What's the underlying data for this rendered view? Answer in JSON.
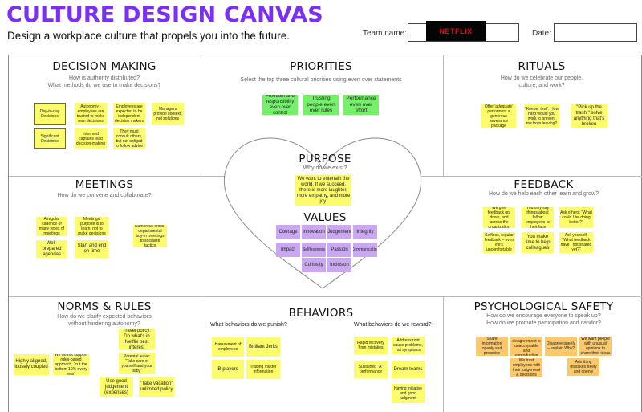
{
  "header": {
    "title": "CULTURE DESIGN CANVAS",
    "subtitle": "Design a workplace culture that propels you into the future.",
    "team_label": "Team name:",
    "team_value": "NETFLIX",
    "date_label": "Date:"
  },
  "colors": {
    "title": "#7a2ff2",
    "sticky_yellow": "#fbfb6b",
    "sticky_green": "#75f06a",
    "sticky_purple": "#c9a8ef",
    "sticky_orange": "#fbc96b",
    "netflix_red": "#e50914"
  },
  "decision_making": {
    "title": "DECISION-MAKING",
    "subtitle": "How is authority distributed?\nWhat methods do we use to make decisions?",
    "notes": [
      "Day-to-day Decisions",
      "Autonomy - employees are trusted to make own decisions",
      "Employees are expected to be independent decision makers",
      "Managers provide context, not solutions",
      "Significant Decisions",
      "Informed captains lead decision-making",
      "They must consult others, but not obliged to follow advice"
    ]
  },
  "priorities": {
    "title": "PRIORITIES",
    "subtitle": "Select the top three cultural priorities using even over statements",
    "notes": [
      "Freedom and responsibility even over control",
      "Trusting people even over rules",
      "Performance even over effort"
    ]
  },
  "rituals": {
    "title": "RITUALS",
    "subtitle": "How do we celebrate our people,\nculture, and work?",
    "notes": [
      "Offer 'adequate' performers a generous severance package",
      "\"Keeper test\": How hard would you work to prevent me from leaving?",
      "\"Pick up the trash:\" solve anything that's broken"
    ]
  },
  "purpose": {
    "title": "PURPOSE",
    "subtitle": "Why do we exist?",
    "note": "We want to entertain the world. If we succeed, there is more laughter, more empathy, and more joy."
  },
  "values": {
    "title": "VALUES",
    "items": [
      "Courage",
      "Innovation",
      "Judgement",
      "Integrity",
      "Impact",
      "Selflessness",
      "Passion",
      "Communication",
      "Curiosity",
      "Inclusion"
    ]
  },
  "meetings": {
    "title": "MEETINGS",
    "subtitle": "How do we convene and collaborate?",
    "notes": [
      "A regular cadence of many types of meetings",
      "Meetings' purpose is to learn, not to make decisions",
      "Numerous cross-departmental buy-in meetings to socialize tactics",
      "Well-prepared agendas",
      "Start and end on time"
    ]
  },
  "feedback": {
    "title": "FEEDBACK",
    "subtitle": "How do we help each other learn and grow?",
    "notes": [
      "We give feedback up, down, and across the organization",
      "You only say things about fellow employees to their face",
      "Ask others: \"What could I be doing better?\"",
      "Selfless, regular feedback – even if it's uncomfortable",
      "You make time to help colleagues",
      "Ask yourself: \"What feedback have I not shared yet?\""
    ]
  },
  "norms": {
    "title": "NORMS & RULES",
    "subtitle": "How do we clarify expected behaviors\nwithout hindering autonomy?",
    "notes": [
      "Highly aligned, loosely coupled",
      "We do not support rules-based approach, \"cut the bottom 10% every year\"",
      "Travel policy: Do what's in Netflix best interest",
      "Parental leave: \"Take care of yourself and your baby\"",
      "Use good judgement (expenses)",
      "\"Take vacation\" unlimited policy"
    ]
  },
  "behaviors": {
    "title": "BEHAVIORS",
    "punish_label": "What behaviors do we punish?",
    "reward_label": "What behaviors do we reward?",
    "punish_notes": [
      "Harassment of employees",
      "Brilliant Jerks",
      "B-players",
      "Trading insider information"
    ],
    "reward_notes": [
      "Rapid recovery from mistakes",
      "Address root cause problems, not symptoms",
      "Sustained \"A\" performance",
      "Dream teams",
      "Having initiative and good judgment"
    ]
  },
  "psych_safety": {
    "title": "PSYCHOLOGICAL SAFETY",
    "subtitle": "How do we encourage everyone to speak up?\nHow do we promote participation and candor?",
    "notes": [
      "Share information openly and proactive",
      "Silent disagreement is unacceptable and unproductive",
      "Disagree openly – explain Why?",
      "We want people with unusual opinions to share their ideas",
      "We trust employees with their judgement & decisions",
      "Admitting mistakes freely and openly"
    ]
  }
}
